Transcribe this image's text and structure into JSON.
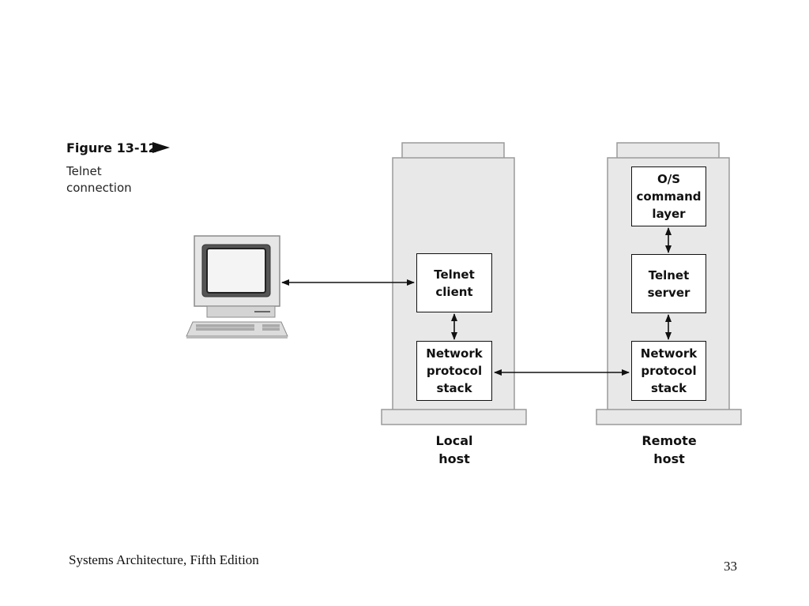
{
  "figure": {
    "label": "Figure 13-12",
    "title": "Telnet connection"
  },
  "diagram": {
    "local_host": {
      "label": "Local\nhost",
      "boxes": {
        "telnet_client": "Telnet\nclient",
        "network_stack": "Network\nprotocol\nstack"
      }
    },
    "remote_host": {
      "label": "Remote\nhost",
      "boxes": {
        "os_layer": "O/S\ncommand\nlayer",
        "telnet_server": "Telnet\nserver",
        "network_stack": "Network\nprotocol\nstack"
      }
    },
    "colors": {
      "host_fill": "#e8e8e8",
      "host_stroke": "#9a9a9a",
      "line": "#111111"
    }
  },
  "footer": {
    "text": "Systems Architecture, Fifth Edition",
    "page": "33"
  }
}
